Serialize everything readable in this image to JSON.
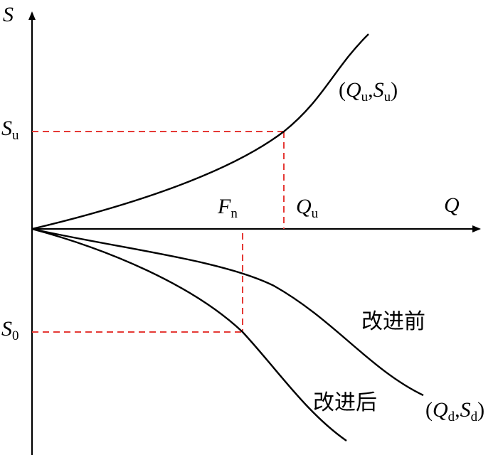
{
  "axes": {
    "y_label": "S",
    "x_label": "Q"
  },
  "labels": {
    "su_main": "S",
    "su_sub": "u",
    "s0_main": "S",
    "s0_sub": "0",
    "fn_main": "F",
    "fn_sub": "n",
    "qu_main": "Q",
    "qu_sub": "u"
  },
  "point_upper": {
    "open": "(",
    "q": "Q",
    "q_sub": "u",
    "comma": ",",
    "s": "S",
    "s_sub": "u",
    "close": ")"
  },
  "point_lower": {
    "open": "(",
    "q": "Q",
    "q_sub": "d",
    "comma": ",",
    "s": "S",
    "s_sub": "d",
    "close": ")"
  },
  "curve_labels": {
    "before": "改进前",
    "after": "改进后"
  },
  "colors": {
    "curve": "#000000",
    "dashed_guide": "#e53935"
  }
}
